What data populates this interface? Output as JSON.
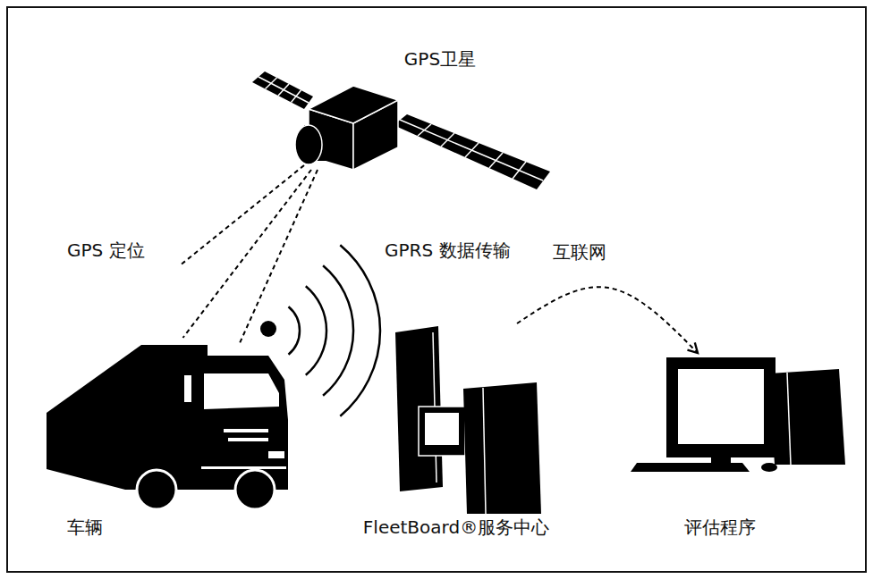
{
  "diagram": {
    "nodes": [
      {
        "text": [
          "GPS卫星"
        ]
      },
      {
        "text": [
          "车辆"
        ]
      },
      {
        "text": [
          "FleetBoard®服务中心"
        ]
      },
      {
        "text": [
          "评估程序"
        ]
      }
    ],
    "edges": [
      {
        "from": 0,
        "to": 1,
        "arrow": "none",
        "label": "GPS 定位"
      },
      {
        "from": 2,
        "to": 3,
        "arrow": "to",
        "label": "互联网"
      }
    ],
    "labels": [
      "GPRS 数据传输"
    ]
  }
}
